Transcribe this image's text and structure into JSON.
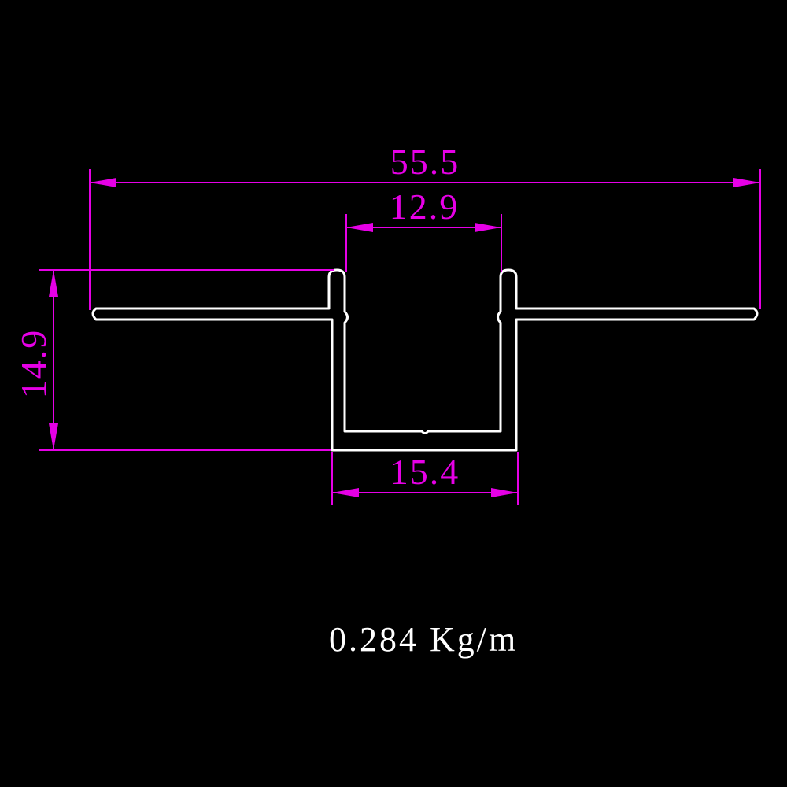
{
  "colors": {
    "background": "#000000",
    "dimension": "#e600e6",
    "profile": "#ffffff",
    "label": "#ffffff"
  },
  "dimensions": {
    "overall_width": "55.5",
    "channel_inner_width": "12.9",
    "channel_outer_width": "15.4",
    "height": "14.9"
  },
  "weight_label": "0.284 Kg/m"
}
